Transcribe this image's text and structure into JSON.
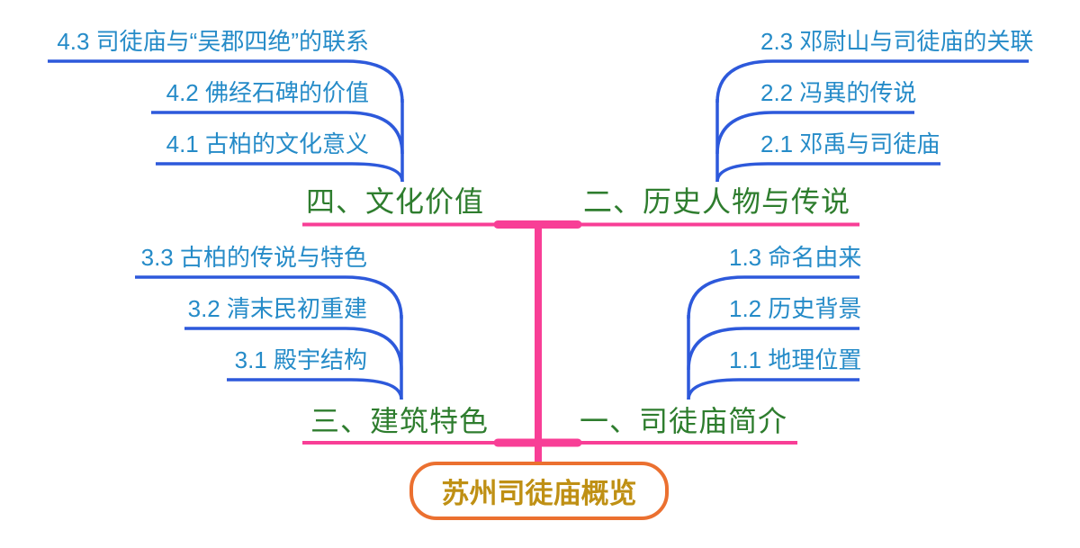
{
  "mindmap": {
    "root": {
      "label": "苏州司徒庙概览"
    },
    "branches": [
      {
        "label": "一、司徒庙简介",
        "children": [
          {
            "label": "1.1 地理位置"
          },
          {
            "label": "1.2 历史背景"
          },
          {
            "label": "1.3 命名由来"
          }
        ]
      },
      {
        "label": "二、历史人物与传说",
        "children": [
          {
            "label": "2.1 邓禹与司徒庙"
          },
          {
            "label": "2.2 冯異的传说"
          },
          {
            "label": "2.3 邓尉山与司徒庙的关联"
          }
        ]
      },
      {
        "label": "三、建筑特色",
        "children": [
          {
            "label": "3.1 殿宇结构"
          },
          {
            "label": "3.2 清末民初重建"
          },
          {
            "label": "3.3 古柏的传说与特色"
          }
        ]
      },
      {
        "label": "四、文化价值",
        "children": [
          {
            "label": "4.1 古柏的文化意义"
          },
          {
            "label": "4.2 佛经石碑的价值"
          },
          {
            "label": "4.3 司徒庙与“吴郡四绝”的联系"
          }
        ]
      }
    ],
    "colors": {
      "trunk": "#f83e96",
      "connector": "#2d59db",
      "topic_text": "#2e7d2e",
      "subtopic_text": "#258bc8",
      "root_border": "#eb7030",
      "root_text": "#bf9014"
    }
  }
}
